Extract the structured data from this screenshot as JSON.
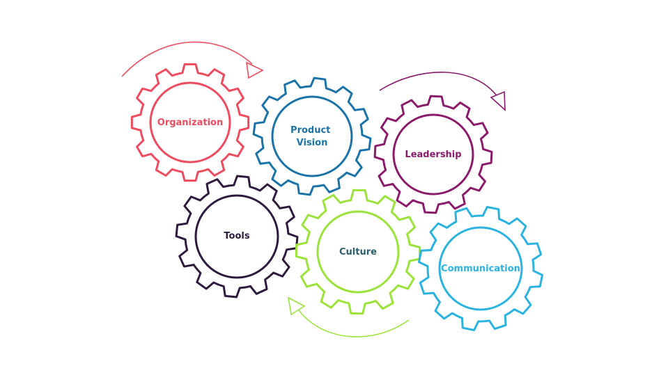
{
  "gears": [
    {
      "id": "organization",
      "lines": [
        "Organization"
      ],
      "color": "#ef4b5f"
    },
    {
      "id": "product-vision",
      "lines": [
        "Product",
        "Vision"
      ],
      "color": "#1a73a8"
    },
    {
      "id": "leadership",
      "lines": [
        "Leadership"
      ],
      "color": "#8b1a6b"
    },
    {
      "id": "tools",
      "lines": [
        "Tools"
      ],
      "color": "#2e1a3f"
    },
    {
      "id": "culture",
      "lines": [
        "Culture"
      ],
      "color": "#9be33b"
    },
    {
      "id": "communication",
      "lines": [
        "Communication"
      ],
      "color": "#2ab3e0"
    }
  ],
  "culture_label_color": "#2c5d6e",
  "arrows": [
    {
      "id": "top-left",
      "color": "#ef4b5f"
    },
    {
      "id": "top-right",
      "color": "#8b1a6b"
    },
    {
      "id": "bottom",
      "color": "#9be33b"
    }
  ]
}
